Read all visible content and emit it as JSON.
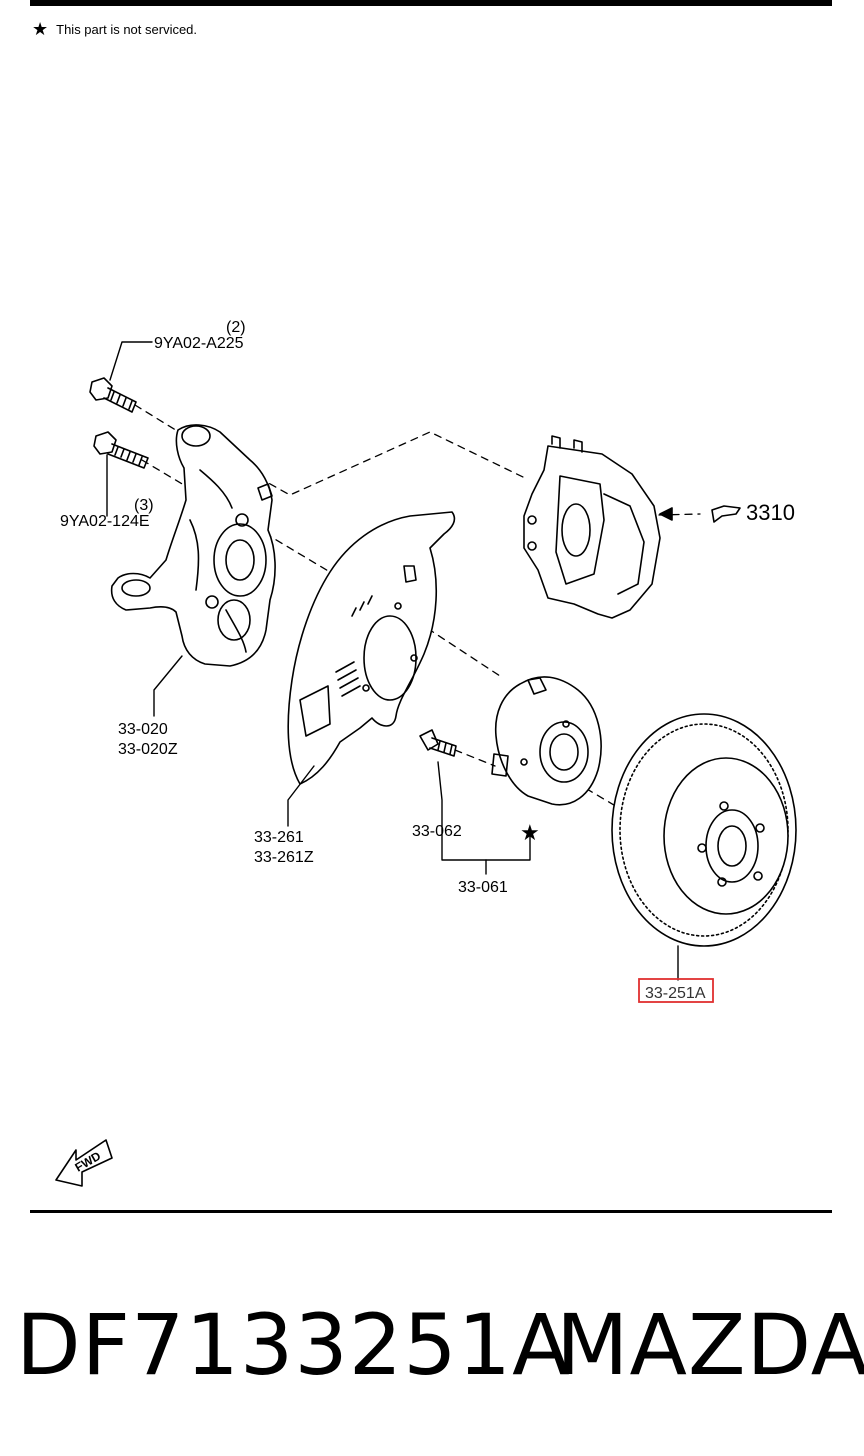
{
  "note": {
    "symbol": "★",
    "text": "This part is not serviced."
  },
  "labels": {
    "bolt_a_qty": "(2)",
    "bolt_a_code": "9YA02-A225",
    "bolt_b_qty": "(3)",
    "bolt_b_code": "9YA02-124E",
    "knuckle_1": "33-020",
    "knuckle_2": "33-020Z",
    "shield_1": "33-261",
    "shield_2": "33-261Z",
    "stud": "33-062",
    "hub": "33-061",
    "hub_star": "★",
    "caliper": "3310",
    "disc": "33-251A",
    "fwd": "FWD"
  },
  "colors": {
    "highlight_border": "#e03030",
    "line": "#000000"
  },
  "footer": {
    "part_number": "DF7133251A",
    "brand": "MAZDA"
  }
}
